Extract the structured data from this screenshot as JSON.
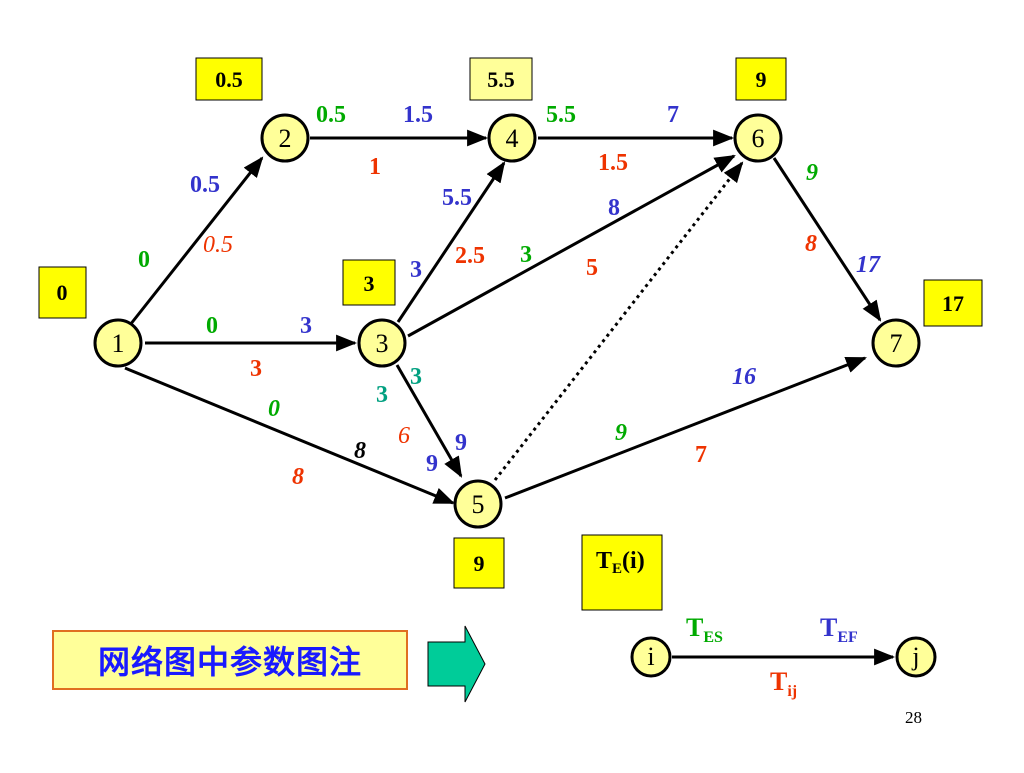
{
  "colors": {
    "node_fill": "#ffff99",
    "box_fill": "#ffff00",
    "green": "#00aa00",
    "blue": "#3333cc",
    "red": "#ee3300",
    "teal": "#00a080",
    "legend_text": "#1a1aff",
    "legend_border": "#e07020",
    "arrow_fill": "#00cc99"
  },
  "nodes": [
    {
      "id": "1",
      "label": "1"
    },
    {
      "id": "2",
      "label": "2"
    },
    {
      "id": "3",
      "label": "3"
    },
    {
      "id": "4",
      "label": "4"
    },
    {
      "id": "5",
      "label": "5"
    },
    {
      "id": "6",
      "label": "6"
    },
    {
      "id": "7",
      "label": "7"
    }
  ],
  "time_boxes": [
    {
      "node": "1",
      "value": "0"
    },
    {
      "node": "2",
      "value": "0.5"
    },
    {
      "node": "3",
      "value": "3"
    },
    {
      "node": "4",
      "value": "5.5"
    },
    {
      "node": "5",
      "value": "9"
    },
    {
      "node": "6",
      "value": "9"
    },
    {
      "node": "7",
      "value": "17"
    }
  ],
  "edges": [
    {
      "from": "1",
      "to": "2",
      "duration": "0.5",
      "es": "0",
      "ef": "0.5"
    },
    {
      "from": "1",
      "to": "3",
      "duration": "3",
      "es": "0",
      "ef": "3"
    },
    {
      "from": "1",
      "to": "5",
      "duration": "8",
      "es": "0",
      "ef": "8"
    },
    {
      "from": "2",
      "to": "4",
      "duration": "1",
      "es": "0.5",
      "ef": "1.5"
    },
    {
      "from": "3",
      "to": "4",
      "duration": "2.5",
      "es": "3",
      "ef": "5.5"
    },
    {
      "from": "3",
      "to": "6",
      "duration": "5",
      "es": "3",
      "ef": "8"
    },
    {
      "from": "3",
      "to": "5",
      "duration": "6",
      "es": "3",
      "ef": "9",
      "es_alt": "3",
      "ef_alt": "9"
    },
    {
      "from": "4",
      "to": "6",
      "duration": "1.5",
      "es": "5.5",
      "ef": "7"
    },
    {
      "from": "5",
      "to": "6",
      "dummy": true
    },
    {
      "from": "5",
      "to": "7",
      "duration": "7",
      "es": "9",
      "ef": "16"
    },
    {
      "from": "6",
      "to": "7",
      "duration": "8",
      "es": "9",
      "ef": "17"
    }
  ],
  "legend": {
    "box_T": "T",
    "box_sub": "E",
    "box_paren": "(i)",
    "node_i": "i",
    "node_j": "j",
    "tes_T": "T",
    "tes_sub": "ES",
    "tef_T": "T",
    "tef_sub": "EF",
    "tij_T": "T",
    "tij_sub": "ij"
  },
  "caption": "网络图中参数图注",
  "page_number": "28"
}
